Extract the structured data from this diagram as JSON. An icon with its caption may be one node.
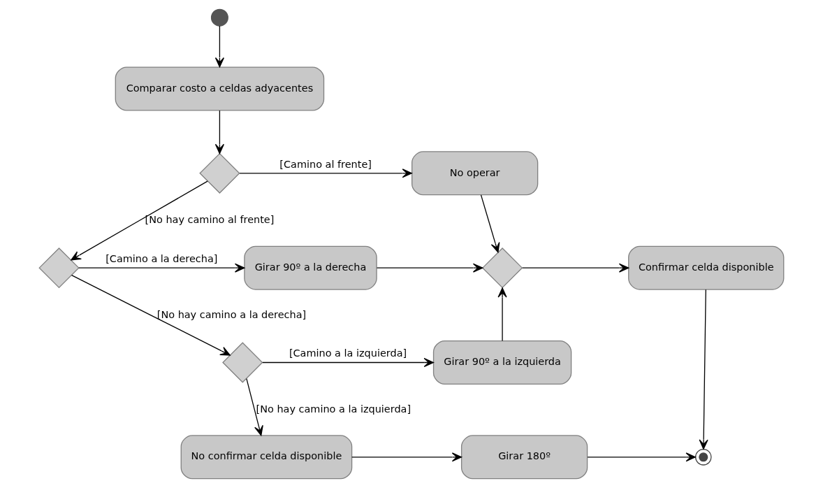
{
  "diagram": {
    "nodes": [
      {
        "text": [],
        "shape": "circle"
      },
      {
        "text": [
          "Comparar costo a celdas adyacentes"
        ]
      },
      {
        "text": [],
        "shape": "diamond"
      },
      {
        "text": [
          "No operar"
        ]
      },
      {
        "text": [],
        "shape": "diamond"
      },
      {
        "text": [
          "Girar 90º a la derecha"
        ]
      },
      {
        "text": [],
        "shape": "diamond"
      },
      {
        "text": [
          "Girar 90º a la izquierda"
        ]
      },
      {
        "text": [],
        "shape": "diamond"
      },
      {
        "text": [
          "Confirmar celda disponible"
        ]
      },
      {
        "text": [
          "No confirmar celda disponible"
        ]
      },
      {
        "text": [
          "Girar 180º"
        ]
      },
      {
        "text": [],
        "shape": "circle"
      }
    ],
    "edges": [
      {
        "from": 0,
        "to": 1,
        "arrow": "to"
      },
      {
        "from": 1,
        "to": 2,
        "arrow": "to"
      },
      {
        "from": 2,
        "to": 3,
        "arrow": "to",
        "label": "[Camino al frente]"
      },
      {
        "from": 2,
        "to": 4,
        "arrow": "to",
        "label": "[No hay camino al frente]"
      },
      {
        "from": 4,
        "to": 5,
        "arrow": "to",
        "label": "[Camino a la derecha]"
      },
      {
        "from": 4,
        "to": 6,
        "arrow": "to",
        "label": "[No hay camino a la derecha]"
      },
      {
        "from": 6,
        "to": 7,
        "arrow": "to",
        "label": "[Camino a la izquierda]"
      },
      {
        "from": 6,
        "to": 10,
        "arrow": "to",
        "label": "[No hay camino a la izquierda]"
      },
      {
        "from": 3,
        "to": 8,
        "arrow": "to"
      },
      {
        "from": 5,
        "to": 8,
        "arrow": "to"
      },
      {
        "from": 7,
        "to": 8,
        "arrow": "to"
      },
      {
        "from": 8,
        "to": 9,
        "arrow": "to"
      },
      {
        "from": 9,
        "to": 12,
        "arrow": "to"
      },
      {
        "from": 10,
        "to": 11,
        "arrow": "to"
      },
      {
        "from": 11,
        "to": 12,
        "arrow": "to"
      }
    ]
  }
}
